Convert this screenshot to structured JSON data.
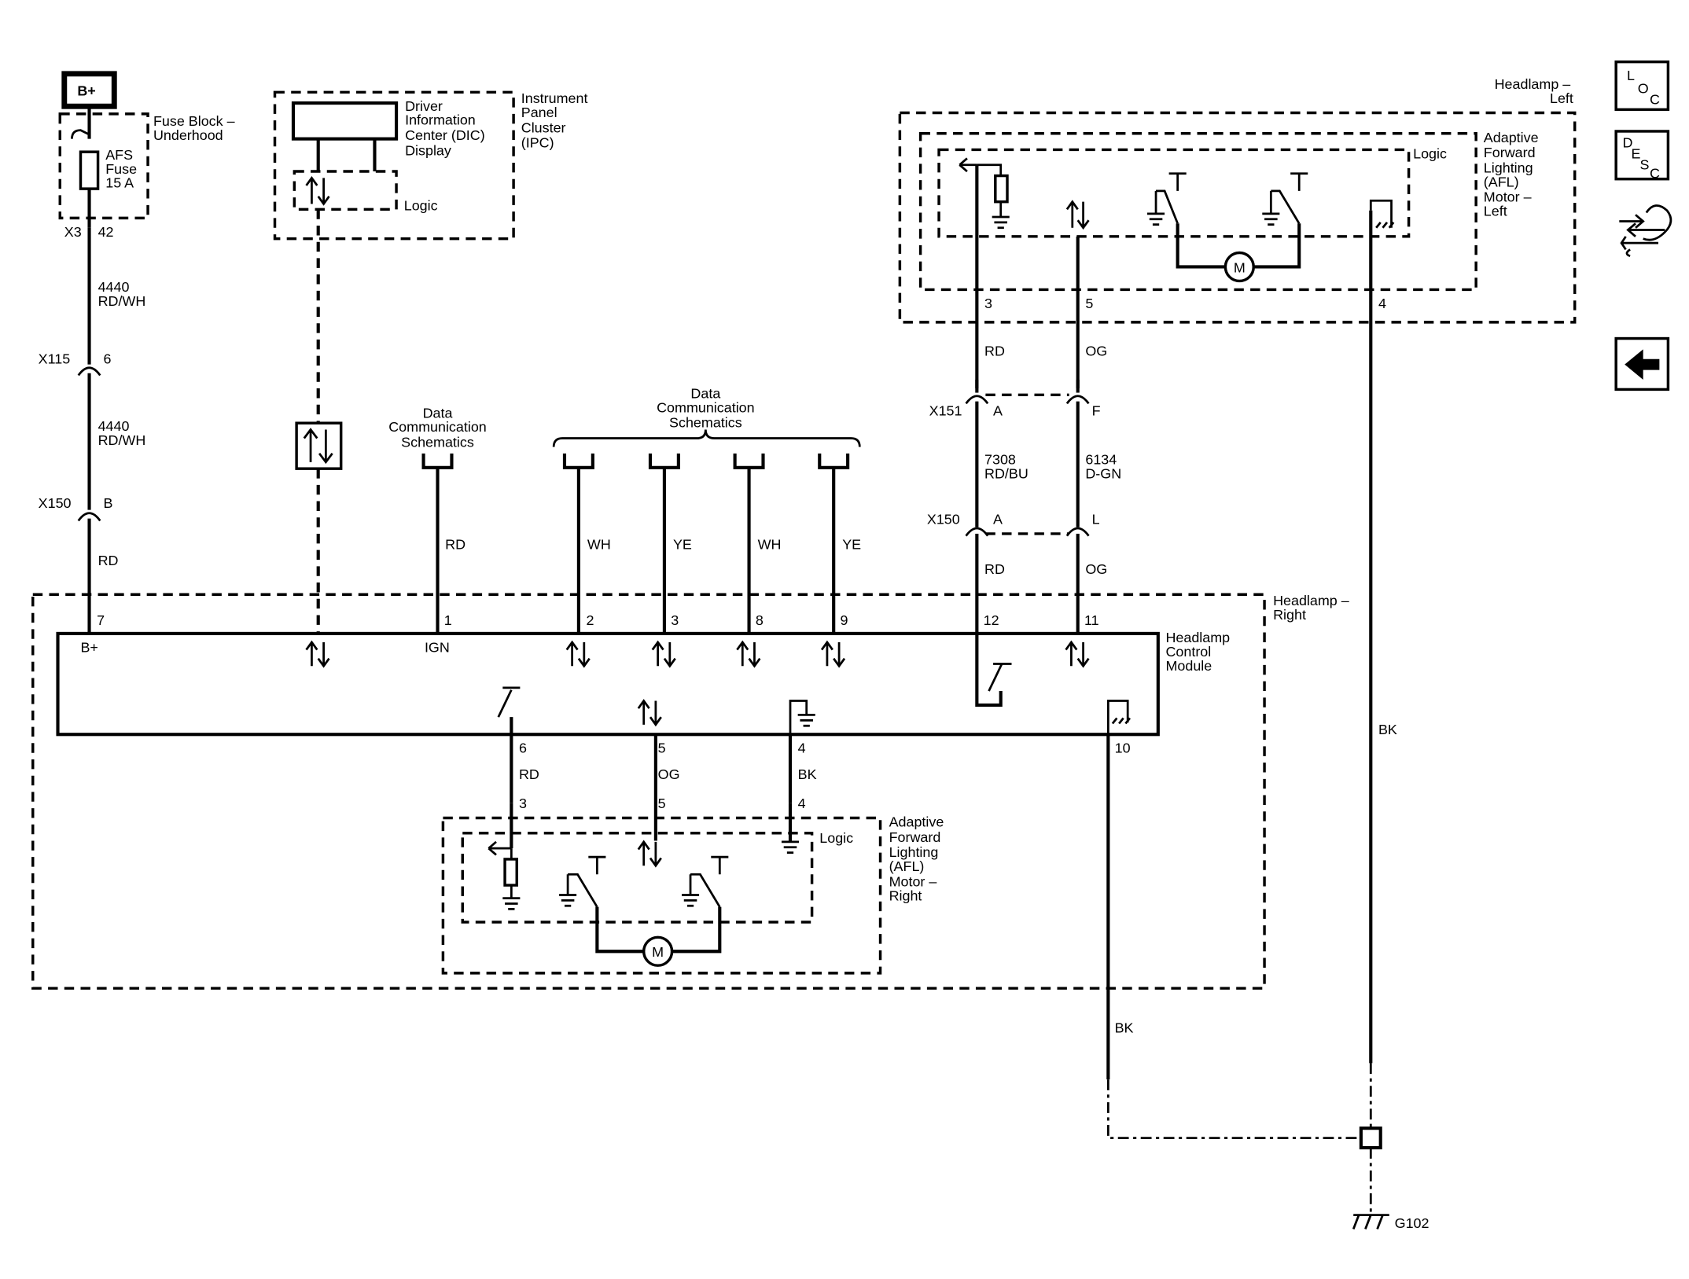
{
  "b_plus_label": "B+",
  "fuse_block": {
    "name": [
      "Fuse Block –",
      "Underhood"
    ],
    "fuse_label": [
      "AFS",
      "Fuse",
      "15 A"
    ],
    "connector": "X3",
    "pin": "42"
  },
  "ipc": {
    "name": [
      "Instrument",
      "Panel",
      "Cluster",
      "(IPC)"
    ],
    "display": [
      "Driver",
      "Information",
      "Center (DIC)",
      "Display"
    ],
    "logic": "Logic"
  },
  "wires_left": {
    "w1_circuit": "4440",
    "w1_color": "RD/WH",
    "x115": "X115",
    "x115_pin": "6",
    "w2_circuit": "4440",
    "w2_color": "RD/WH",
    "x150": "X150",
    "x150_pin": "B",
    "w3_color": "RD"
  },
  "data_comm_1": [
    "Data",
    "Communication",
    "Schematics"
  ],
  "data_comm_2": [
    "Data",
    "Communication",
    "Schematics"
  ],
  "hcm_wire_colors": {
    "pin1": "RD",
    "pin2": "WH",
    "pin3": "YE",
    "pin8": "WH",
    "pin9": "YE"
  },
  "afl_left": {
    "headlamp": [
      "Headlamp –",
      "Left"
    ],
    "name": [
      "Adaptive",
      "Forward",
      "Lighting",
      "(AFL)",
      "Motor –",
      "Left"
    ],
    "logic": "Logic",
    "motor": "M",
    "pins": [
      "3",
      "5",
      "4"
    ],
    "wire_colors": [
      "RD",
      "OG"
    ]
  },
  "x151": {
    "name": "X151",
    "pin_a": "A",
    "pin_f": "F"
  },
  "mid_wires": {
    "c1": "7308",
    "c1_color": "RD/BU",
    "c2": "6134",
    "c2_color": "D-GN"
  },
  "x150_right": {
    "name": "X150",
    "pin_a": "A",
    "pin_l": "L"
  },
  "lower_wire_colors": [
    "RD",
    "OG"
  ],
  "headlamp_right": [
    "Headlamp –",
    "Right"
  ],
  "hcm": {
    "name": [
      "Headlamp",
      "Control",
      "Module"
    ],
    "top_pins": [
      "7",
      "1",
      "2",
      "3",
      "8",
      "9",
      "12",
      "11"
    ],
    "b_plus": "B+",
    "ign": "IGN",
    "bottom_pins": [
      "6",
      "5",
      "4",
      "10"
    ]
  },
  "hcm_bottom_colors": [
    "RD",
    "OG",
    "BK"
  ],
  "afl_right": {
    "name": [
      "Adaptive",
      "Forward",
      "Lighting",
      "(AFL)",
      "Motor –",
      "Right"
    ],
    "logic": "Logic",
    "motor": "M",
    "pins": [
      "3",
      "5",
      "4"
    ]
  },
  "ground_wires": {
    "left_color": "BK",
    "right_color": "BK"
  },
  "ground": "G102",
  "nav": {
    "loc": [
      "L",
      "O",
      "C"
    ],
    "desc": [
      "D",
      "E",
      "S",
      "C"
    ]
  }
}
